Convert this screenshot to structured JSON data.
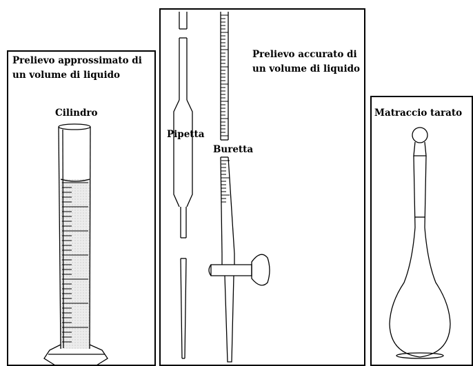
{
  "panels": {
    "approximate": {
      "title_line1": "Prelievo approssimato di",
      "title_line2": "un volume di liquido",
      "instrument": "Cilindro"
    },
    "accurate": {
      "title_line1": "Prelievo accurato di",
      "title_line2": "un volume di liquido",
      "instrument_pipette": "Pipetta",
      "instrument_burette": "Buretta"
    },
    "flask": {
      "instrument": "Matraccio tarato"
    }
  },
  "colors": {
    "line": "#000000",
    "background": "#ffffff",
    "liquid_shade": "#d9d9d9"
  }
}
